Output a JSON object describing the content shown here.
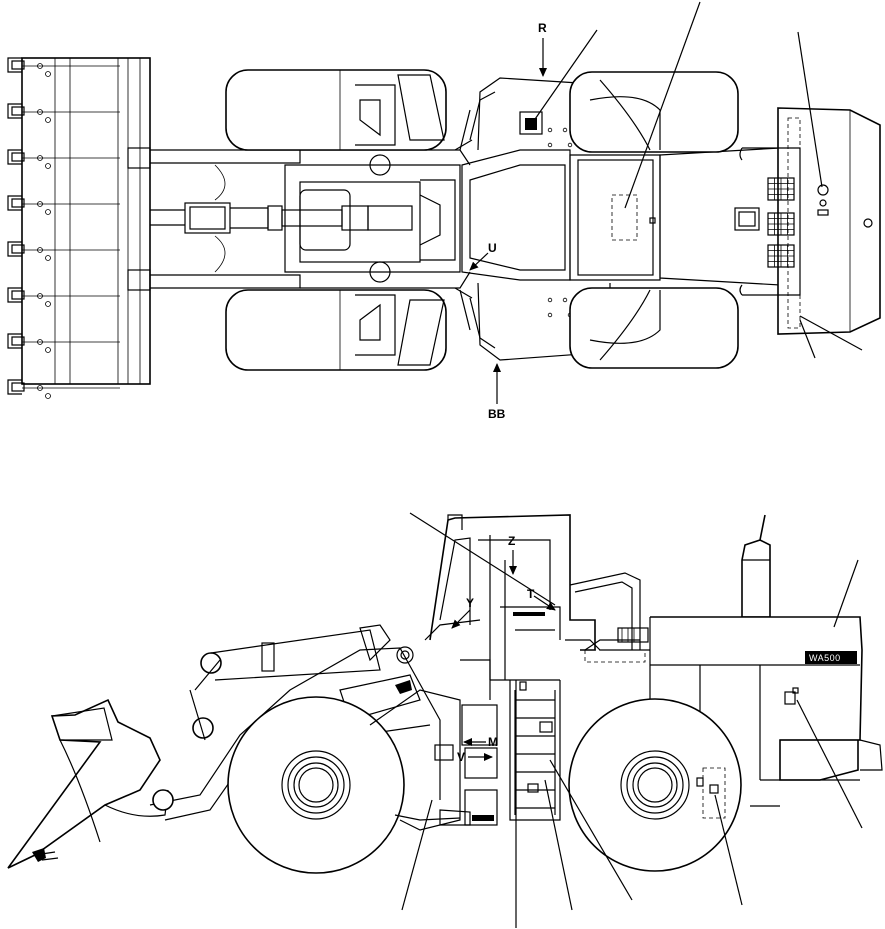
{
  "top_view": {
    "callouts": {
      "r": "R",
      "u": "U",
      "bb": "BB"
    }
  },
  "side_view": {
    "callouts": {
      "z": "Z",
      "t": "T",
      "y": "Y",
      "m": "M",
      "v": "V"
    },
    "model_plate": "WA500"
  }
}
